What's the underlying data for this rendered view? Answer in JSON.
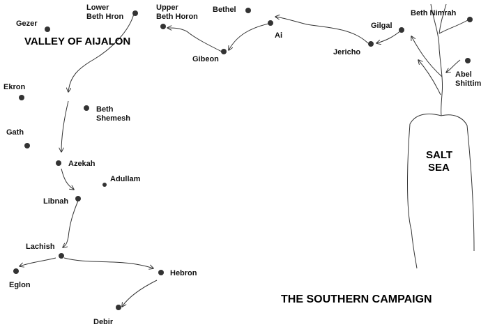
{
  "map": {
    "title": "THE SOUTHERN CAMPAIGN",
    "region_label": "VALLEY OF AIJALON",
    "sea_label": [
      "SALT",
      "SEA"
    ],
    "places": {
      "gezer": "Gezer",
      "lower_beth_hron": [
        "Lower",
        "Beth Hron"
      ],
      "upper_beth_horon": [
        "Upper",
        "Beth Horon"
      ],
      "bethel": "Bethel",
      "ai": "Ai",
      "gibeon": "Gibeon",
      "gilgal": "Gilgal",
      "jericho": "Jericho",
      "beth_nimrah": "Beth Nimrah",
      "abel_shittim": [
        "Abel",
        "Shittim"
      ],
      "ekron": "Ekron",
      "beth_shemesh": [
        "Beth",
        "Shemesh"
      ],
      "gath": "Gath",
      "azekah": "Azekah",
      "adullam": "Adullam",
      "libnah": "Libnah",
      "lachish": "Lachish",
      "eglon": "Eglon",
      "hebron": "Hebron",
      "debir": "Debir"
    }
  }
}
